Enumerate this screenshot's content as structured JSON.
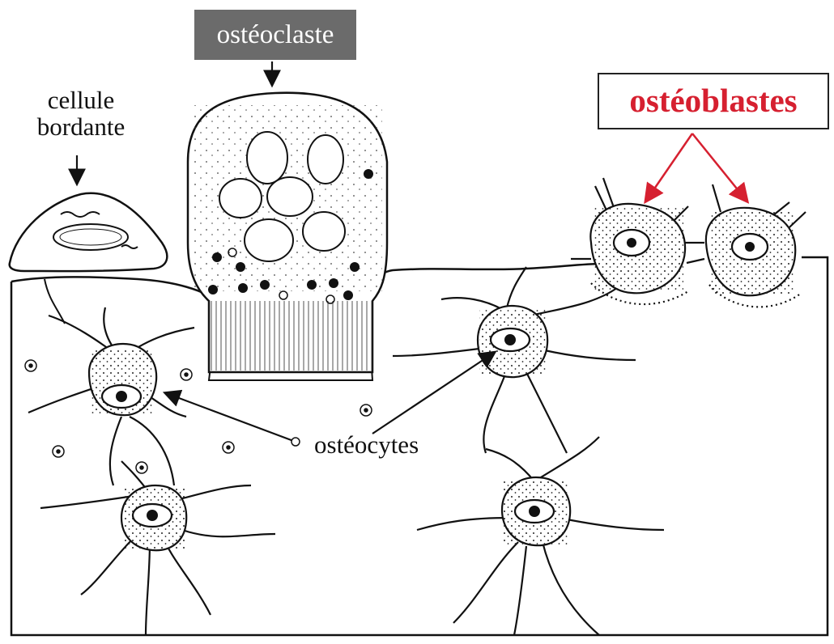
{
  "labels": {
    "osteoclaste": "ostéoclaste",
    "cellule_line1": "cellule",
    "cellule_line2": "bordante",
    "osteoblastes": "ostéoblastes",
    "osteocytes": "ostéocytes"
  },
  "colors": {
    "ink": "#111111",
    "osteoclaste_box": "#6b6b6b",
    "osteoblastes_text": "#d62030",
    "osteoblastes_arrows": "#d62030"
  }
}
